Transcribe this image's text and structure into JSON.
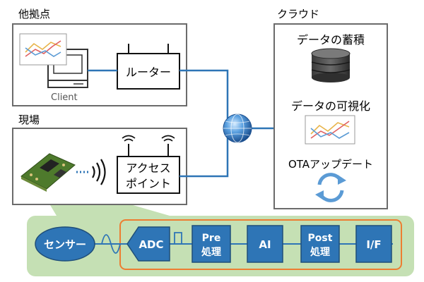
{
  "sections": {
    "remote_site": "他拠点",
    "field_site": "現場",
    "cloud": "クラウド"
  },
  "remote": {
    "client_label": "Client",
    "router_label": "ルーター"
  },
  "field": {
    "ap_line1": "アクセス",
    "ap_line2": "ポイント"
  },
  "cloud": {
    "storage_label": "データの蓄積",
    "visual_label": "データの可視化",
    "ota_label": "OTAアップデート"
  },
  "pipeline": {
    "sensor": "センサー",
    "adc": "ADC",
    "pre_line1": "Pre",
    "pre_line2": "処理",
    "ai": "AI",
    "post_line1": "Post",
    "post_line2": "処理",
    "if": "I/F"
  },
  "colors": {
    "block_blue": "#2e75b6",
    "line_blue": "#2e75b6",
    "panel_green": "#c5e0b4",
    "orange_frame": "#ed7d31",
    "box_gray": "#6b6b6b"
  }
}
